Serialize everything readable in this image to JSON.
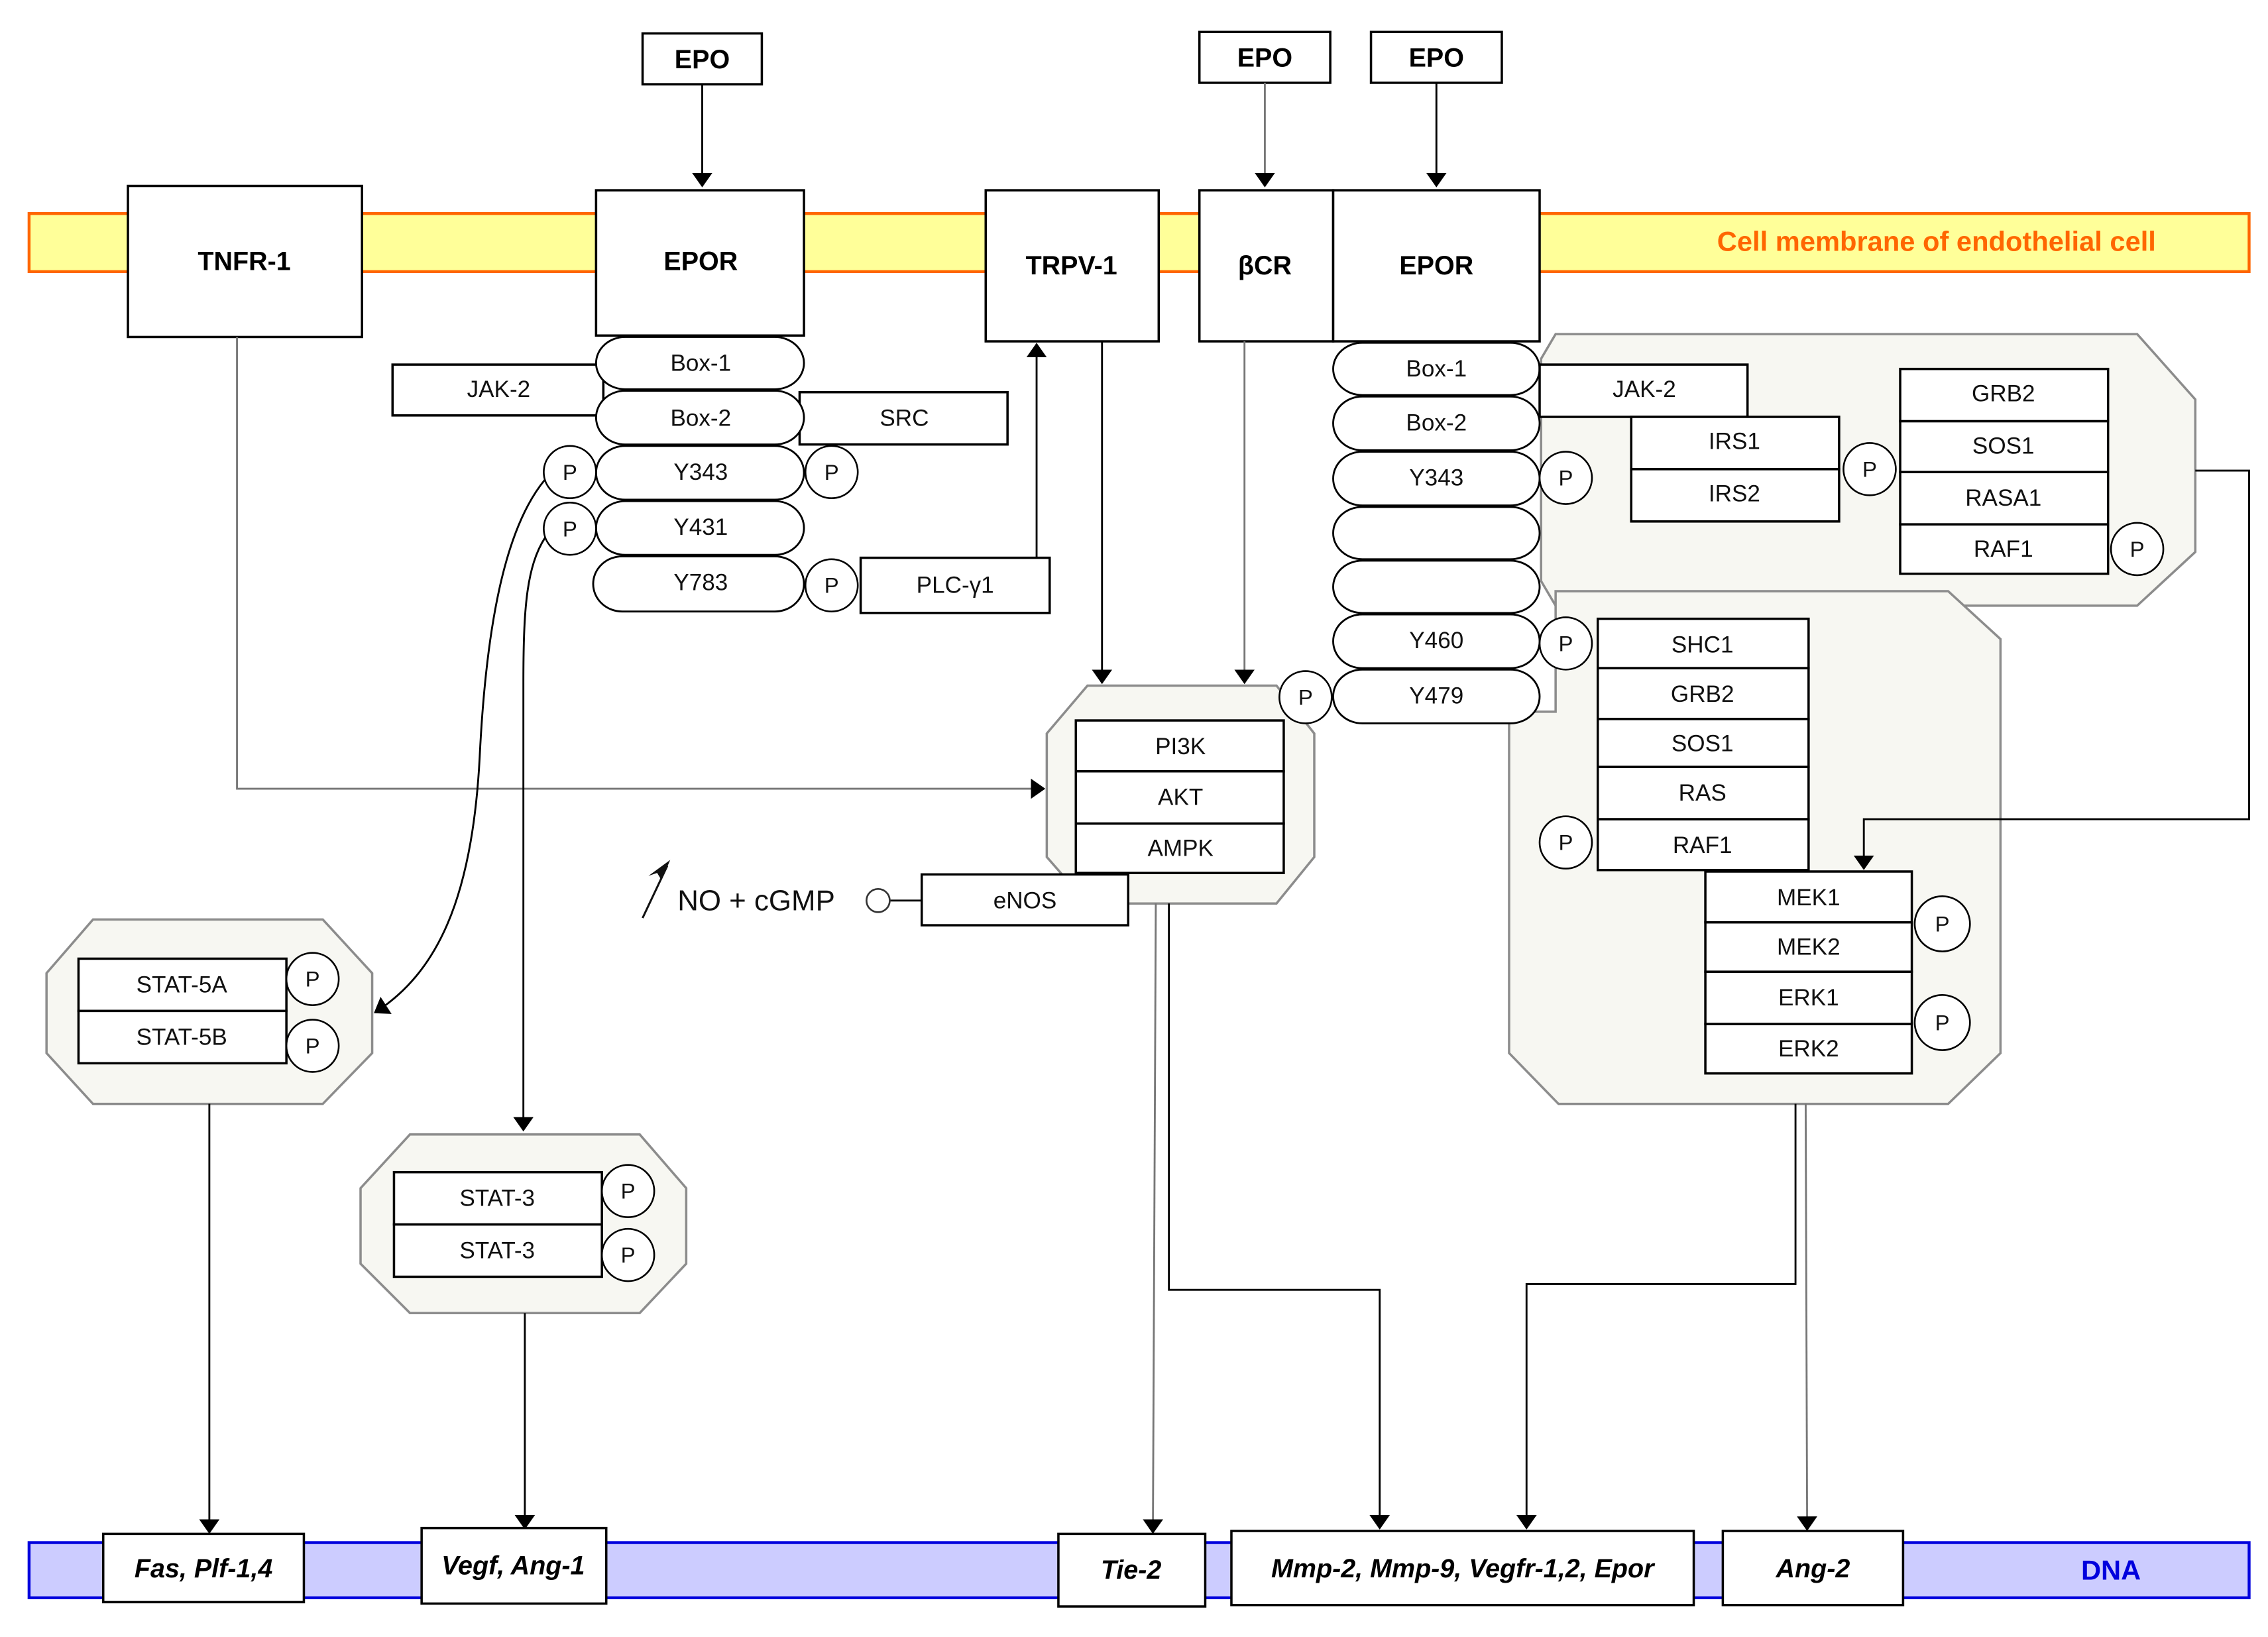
{
  "title": "EPO signaling pathways in endothelial cell",
  "colors": {
    "membrane_fill": "#ffff99",
    "membrane_stroke": "#ff6600",
    "membrane_text": "#ff6600",
    "dna_fill": "#ccccff",
    "dna_stroke": "#0000dd",
    "dna_text": "#0000dd",
    "group_fill": "#f7f7f2",
    "group_stroke": "#8c8c8c"
  },
  "membrane": {
    "label": "Cell membrane of endothelial cell"
  },
  "dna": {
    "label": "DNA"
  },
  "ligands": {
    "epo_1": "EPO",
    "epo_2": "EPO",
    "epo_3": "EPO"
  },
  "receptors": {
    "tnfr1": "TNFR-1",
    "epor_left": "EPOR",
    "trpv1": "TRPV-1",
    "bcr": "βCR",
    "epor_right": "EPOR"
  },
  "left_epor_domains": [
    "Box-1",
    "Box-2",
    "Y343",
    "Y431",
    "Y783"
  ],
  "left_epor_partners": {
    "jak2": "JAK-2",
    "src": "SRC",
    "plcg1": "PLC-γ1"
  },
  "right_epor_domains": [
    "Box-1",
    "Box-2",
    "Y343",
    "",
    "",
    "Y460",
    "Y479"
  ],
  "right_top_group": {
    "jak2": "JAK-2",
    "irs": [
      "IRS1",
      "IRS2"
    ],
    "ras_pathway": [
      "GRB2",
      "SOS1",
      "RASA1",
      "RAF1"
    ]
  },
  "right_bottom_group": {
    "shc_pathway": [
      "SHC1",
      "GRB2",
      "SOS1",
      "RAS",
      "RAF1"
    ],
    "mapk": [
      "MEK1",
      "MEK2",
      "ERK1",
      "ERK2"
    ]
  },
  "pi3k_group": [
    "PI3K",
    "AKT",
    "AMPK"
  ],
  "enos": {
    "label": "eNOS",
    "output": "NO + cGMP",
    "increase_icon": "up-arrow"
  },
  "stat5_group": [
    "STAT-5A",
    "STAT-5B"
  ],
  "stat3_group": [
    "STAT-3",
    "STAT-3"
  ],
  "phospho_label": "P",
  "target_genes": {
    "fas": "Fas, Plf-1,4",
    "vegf": "Vegf, Ang-1",
    "tie2": "Tie-2",
    "mmp": "Mmp-2, Mmp-9, Vegfr-1,2, Epor",
    "ang2": "Ang-2"
  }
}
